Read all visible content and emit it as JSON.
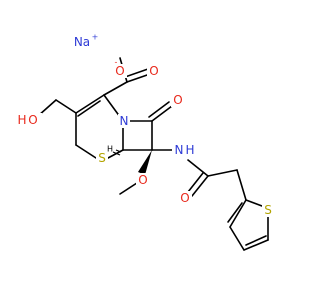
{
  "molecule": {
    "counter_ion": {
      "symbol": "Na",
      "charge": "+"
    },
    "colors": {
      "O": "#e8291c",
      "N": "#2e3bd6",
      "S": "#b3a400",
      "C": "#000000",
      "Na": "#2e3bd6"
    },
    "atoms": {
      "carboxylate_o_minus": {
        "symbol": "O",
        "charge": "-"
      },
      "carboxyl_o": {
        "symbol": "O"
      },
      "hydroxyl_o": {
        "symbol": "O",
        "hydrogen": "H"
      },
      "lactam_o": {
        "symbol": "O"
      },
      "ring_n": {
        "symbol": "N"
      },
      "ring_s": {
        "symbol": "S"
      },
      "methoxy_o": {
        "symbol": "O"
      },
      "amide_n": {
        "symbol": "N",
        "hydrogen": "H"
      },
      "amide_o": {
        "symbol": "O"
      },
      "thiophene_s": {
        "symbol": "S"
      }
    },
    "stereo_labels": {
      "h_label": "H"
    }
  }
}
